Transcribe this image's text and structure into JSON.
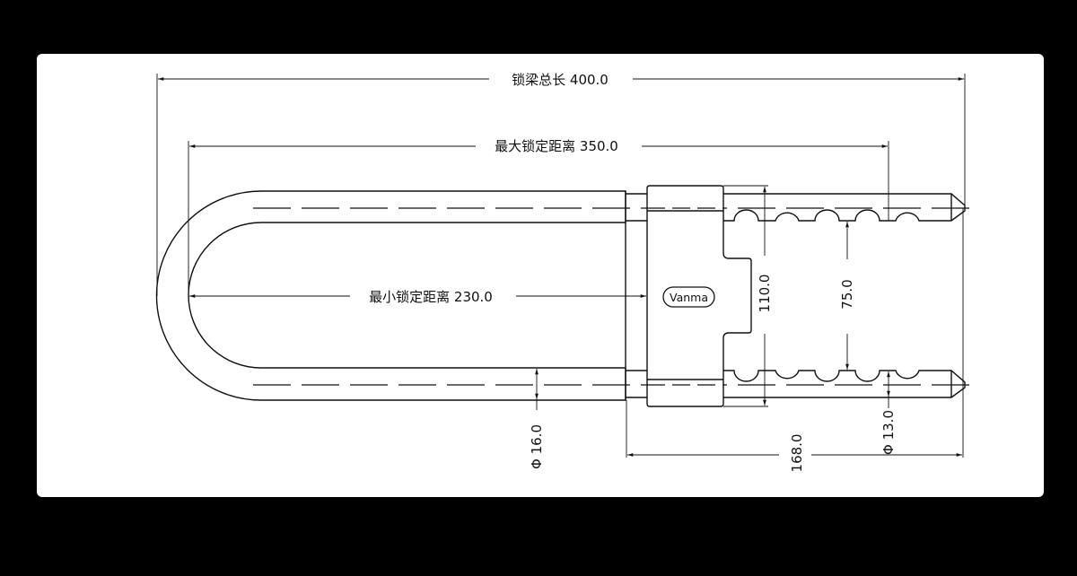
{
  "title": "U-lock dimension drawing",
  "logo_text": "Vanma",
  "dimensions": {
    "total_length": "锁梁总长 400.0",
    "max_lock_distance": "最大锁定距离 350.0",
    "min_lock_distance": "最小锁定距离 230.0",
    "body_height": "110.0",
    "inner_gap": "75.0",
    "shackle_diameter": "Φ 16.0",
    "tip_diameter": "Φ 13.0",
    "tip_length": "168.0"
  },
  "colors": {
    "background": "#000000",
    "paper": "#ffffff",
    "line": "#111111"
  }
}
